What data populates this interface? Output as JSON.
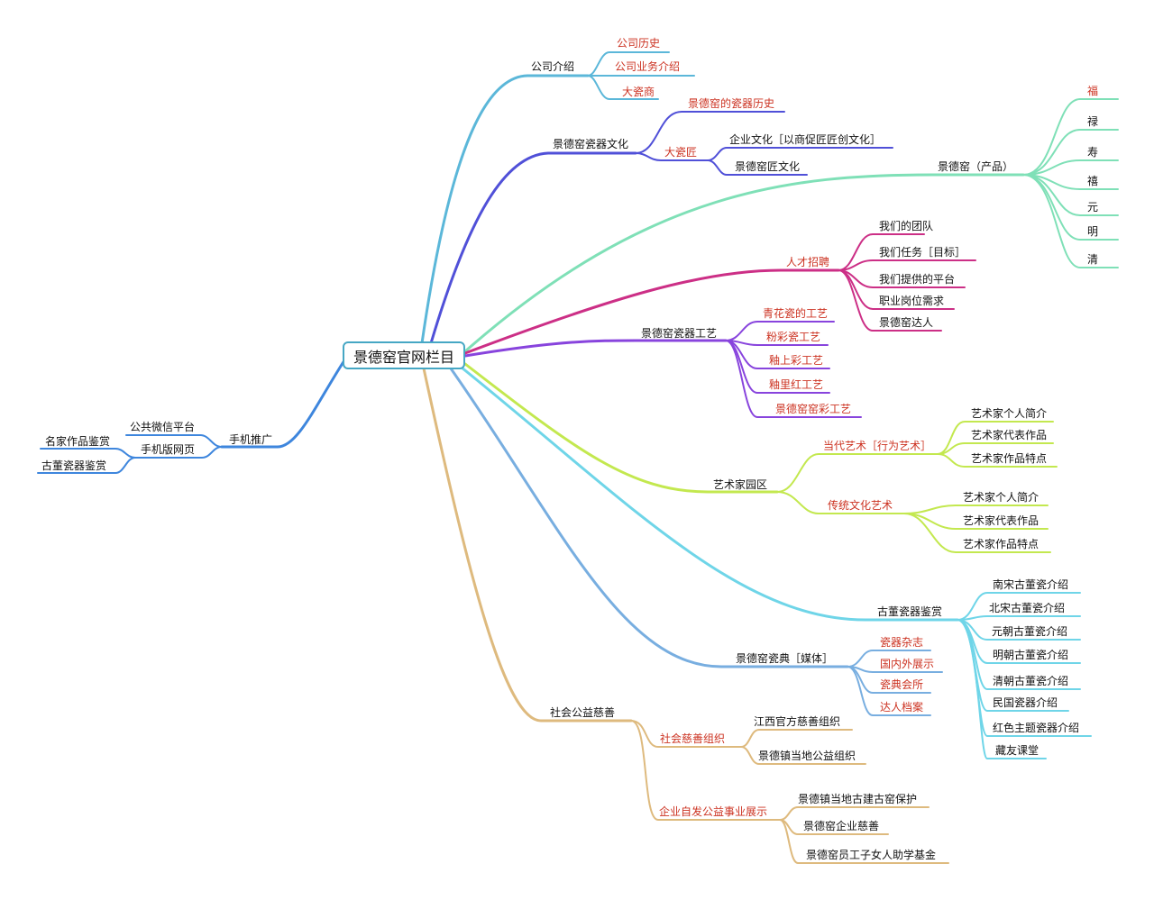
{
  "root": "景德窑官网栏目",
  "colors": {
    "company": "#5bb7d9",
    "culture": "#5050d8",
    "product": "#7fe0b7",
    "recruit": "#cc2f86",
    "craft": "#8844dd",
    "artist": "#c3e84f",
    "antique": "#6fd5e8",
    "media": "#78aee0",
    "charity": "#deba7e",
    "mobile": "#3e86dd",
    "text_red": "#cc3322",
    "text_dark": "#111111"
  },
  "branches": {
    "company": {
      "label": "公司介绍",
      "children": [
        "公司历史",
        "公司业务介绍",
        "大瓷商"
      ]
    },
    "culture": {
      "label": "景德窑瓷器文化",
      "child1": "景德窑的瓷器历史",
      "child2": {
        "label": "大瓷匠",
        "children": [
          "企业文化［以商促匠匠创文化］",
          "景德窑匠文化"
        ]
      }
    },
    "product": {
      "label": "景德窑（产品）",
      "children": [
        "福",
        "禄",
        "寿",
        "禧",
        "元",
        "明",
        "清"
      ]
    },
    "recruit": {
      "label": "人才招聘",
      "children": [
        "我们的团队",
        "我们任务［目标］",
        "我们提供的平台",
        "职业岗位需求",
        "景德窑达人"
      ]
    },
    "craft": {
      "label": "景德窑瓷器工艺",
      "children": [
        "青花瓷的工艺",
        "粉彩瓷工艺",
        "釉上彩工艺",
        "釉里红工艺",
        "景德窑窑彩工艺"
      ]
    },
    "artist": {
      "label": "艺术家园区",
      "contemporary": {
        "label": "当代艺术［行为艺术］",
        "children": [
          "艺术家个人简介",
          "艺术家代表作品",
          "艺术家作品特点"
        ]
      },
      "traditional": {
        "label": "传统文化艺术",
        "children": [
          "艺术家个人简介",
          "艺术家代表作品",
          "艺术家作品特点"
        ]
      }
    },
    "antique": {
      "label": "古董瓷器鉴赏",
      "children": [
        "南宋古董瓷介绍",
        "北宋古董瓷介绍",
        "元朝古董瓷介绍",
        "明朝古董瓷介绍",
        "清朝古董瓷介绍",
        "民国瓷器介绍",
        "红色主题瓷器介绍",
        "藏友课堂"
      ]
    },
    "media": {
      "label": "景德窑瓷典［媒体］",
      "children": [
        "瓷器杂志",
        "国内外展示",
        "瓷典会所",
        "达人档案"
      ]
    },
    "charity": {
      "label": "社会公益慈善",
      "org": {
        "label": "社会慈善组织",
        "children": [
          "江西官方慈善组织",
          "景德镇当地公益组织"
        ]
      },
      "show": {
        "label": "企业自发公益事业展示",
        "children": [
          "景德镇当地古建古窑保护",
          "景德窑企业慈善",
          "景德窑员工子女人助学基金"
        ]
      }
    },
    "mobile": {
      "label": "手机推广",
      "wechat": "公共微信平台",
      "web": {
        "label": "手机版网页",
        "children": [
          "名家作品鉴赏",
          "古董瓷器鉴赏"
        ]
      }
    }
  }
}
